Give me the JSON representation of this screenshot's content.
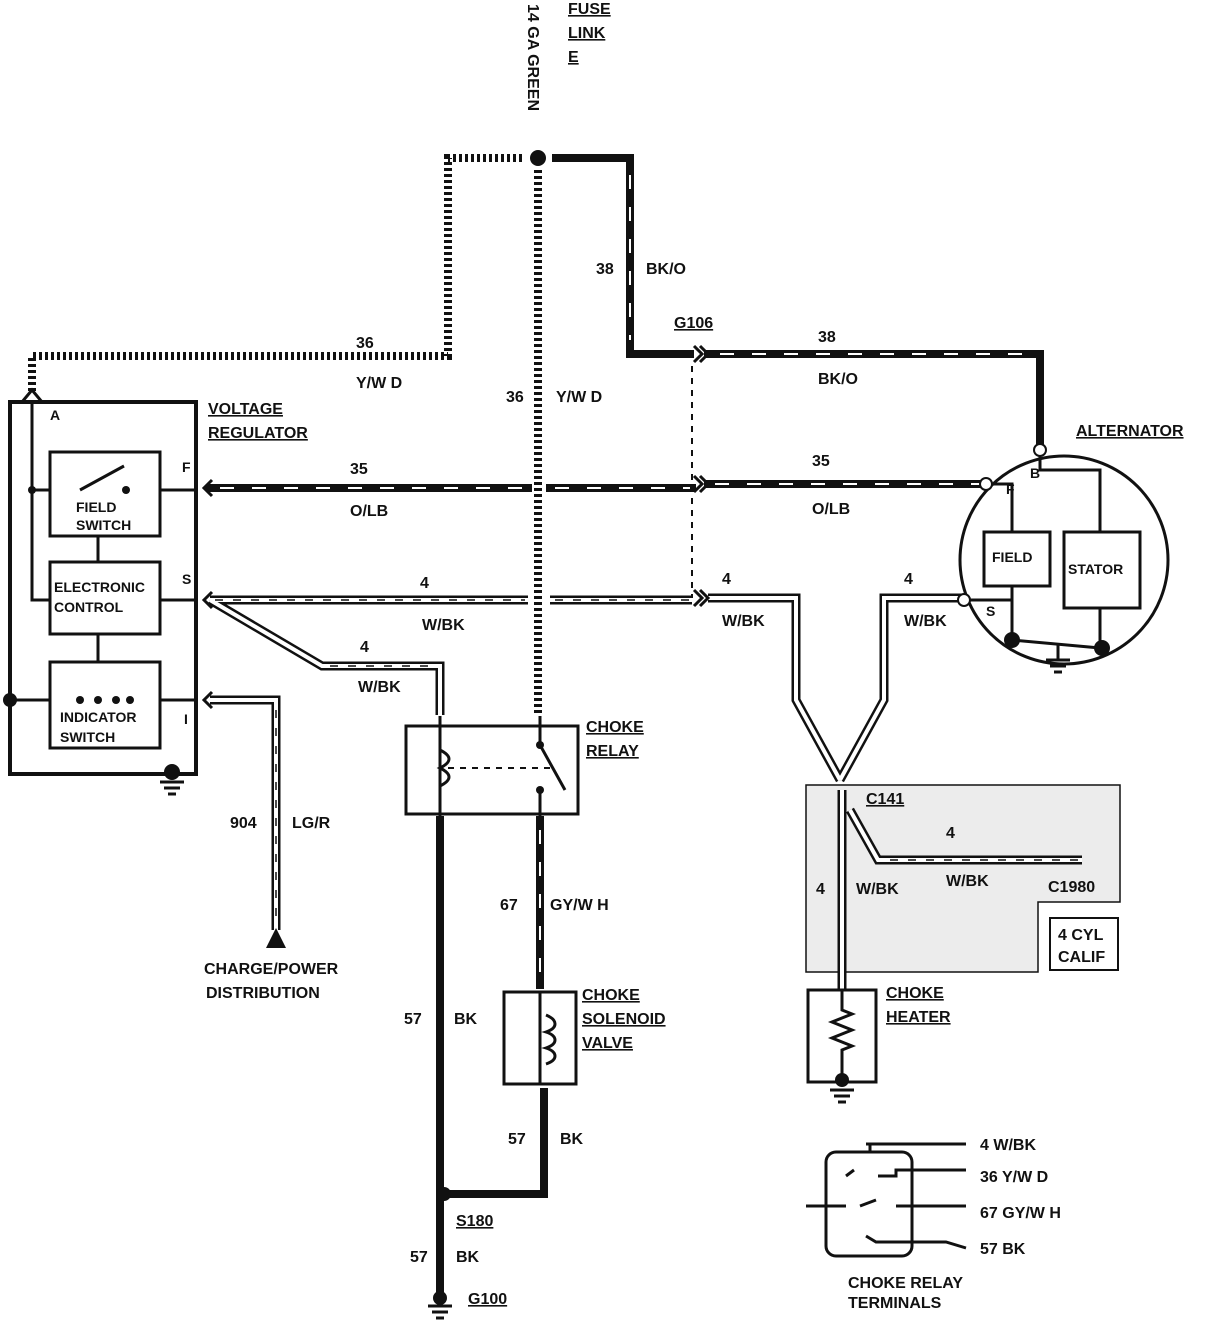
{
  "fuse_link": {
    "line1": "FUSE",
    "line2": "LINK",
    "line3": "E",
    "wire_label": "14 GA GREEN"
  },
  "wires": {
    "w36_top_num": "36",
    "w36_top_color": "Y/W D",
    "w36_mid_num": "36",
    "w36_mid_color": "Y/W D",
    "w38_top_num": "38",
    "w38_top_color": "BK/O",
    "w38_right_num": "38",
    "w38_right_color": "BK/O",
    "w35_left_num": "35",
    "w35_left_color": "O/LB",
    "w35_right_num": "35",
    "w35_right_color": "O/LB",
    "w4_left_num": "4",
    "w4_left_color": "W/BK",
    "w4_branch_num": "4",
    "w4_branch_color": "W/BK",
    "w4_mid_num": "4",
    "w4_mid_color": "W/BK",
    "w4_alt_num": "4",
    "w4_alt_color": "W/BK",
    "w4_calif_num": "4",
    "w4_calif_color": "W/BK",
    "w4_down_num": "4",
    "w4_down_color": "W/BK",
    "w904_num": "904",
    "w904_color": "LG/R",
    "w67_num": "67",
    "w67_color": "GY/W H",
    "w57_left_num": "57",
    "w57_left_color": "BK",
    "w57_right_num": "57",
    "w57_right_color": "BK",
    "w57_bottom_num": "57",
    "w57_bottom_color": "BK"
  },
  "connectors": {
    "g106": "G106",
    "c141": "C141",
    "c1980": "C1980",
    "s180": "S180",
    "g100": "G100"
  },
  "voltage_regulator": {
    "title_line1": "VOLTAGE",
    "title_line2": "REGULATOR",
    "pin_a": "A",
    "pin_f": "F",
    "pin_s": "S",
    "pin_i": "I",
    "field_switch_line1": "FIELD",
    "field_switch_line2": "SWITCH",
    "electronic_control_line1": "ELECTRONIC",
    "electronic_control_line2": "CONTROL",
    "indicator_switch_line1": "INDICATOR",
    "indicator_switch_line2": "SWITCH"
  },
  "alternator": {
    "title": "ALTERNATOR",
    "pin_b": "B",
    "pin_f": "F",
    "pin_s": "S",
    "field": "FIELD",
    "stator": "STATOR"
  },
  "choke_relay": {
    "line1": "CHOKE",
    "line2": "RELAY"
  },
  "choke_solenoid": {
    "line1": "CHOKE",
    "line2": "SOLENOID",
    "line3": "VALVE"
  },
  "choke_heater": {
    "line1": "CHOKE",
    "line2": "HEATER"
  },
  "calif_box": {
    "line1": "4 CYL",
    "line2": "CALIF"
  },
  "charge_power": {
    "line1": "CHARGE/POWER",
    "line2": "DISTRIBUTION"
  },
  "relay_terminals": {
    "title_line1": "CHOKE RELAY",
    "title_line2": "TERMINALS",
    "t1": "4 W/BK",
    "t2": "36 Y/W D",
    "t3": "67 GY/W H",
    "t4": "57 BK"
  }
}
